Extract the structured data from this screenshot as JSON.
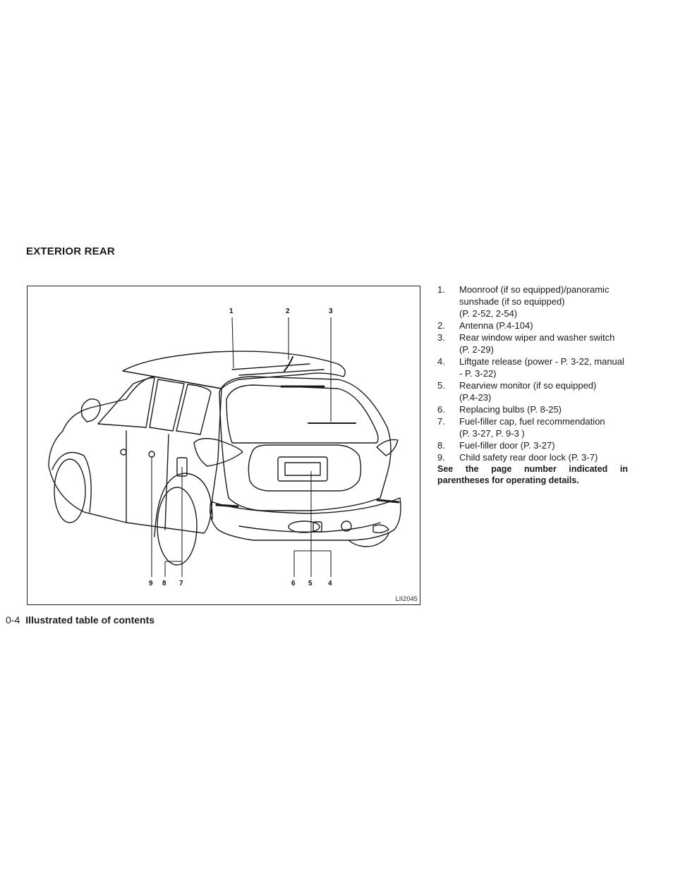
{
  "page": {
    "heading": "EXTERIOR REAR",
    "footer": {
      "page_number": "0-4",
      "section_title": "Illustrated table of contents"
    }
  },
  "figure": {
    "code": "LII2045",
    "callouts": {
      "c1": "1",
      "c2": "2",
      "c3": "3",
      "c4": "4",
      "c5": "5",
      "c6": "6",
      "c7": "7",
      "c8": "8",
      "c9": "9"
    }
  },
  "items": [
    {
      "num": "1.",
      "text": "Moonroof (if so equipped)/panoramic sunshade (if so equipped)",
      "ref": "(P. 2-52, 2-54)"
    },
    {
      "num": "2.",
      "text": "Antenna (P.4-104)",
      "ref": ""
    },
    {
      "num": "3.",
      "text": "Rear window wiper and washer switch",
      "ref": "(P. 2-29)"
    },
    {
      "num": "4.",
      "text": "Liftgate release (power - P. 3-22, manual - P. 3-22)",
      "ref": ""
    },
    {
      "num": "5.",
      "text": "Rearview monitor (if so equipped)",
      "ref": "(P.4-23)"
    },
    {
      "num": "6.",
      "text": "Replacing bulbs (P. 8-25)",
      "ref": ""
    },
    {
      "num": "7.",
      "text": "Fuel-filler cap, fuel recommendation",
      "ref": "(P. 3-27, P. 9-3 )"
    },
    {
      "num": "8.",
      "text": "Fuel-filler door (P. 3-27)",
      "ref": ""
    },
    {
      "num": "9.",
      "text": "Child safety rear door lock (P. 3-7)",
      "ref": ""
    }
  ],
  "note": "See the page number indicated in parentheses for operating details."
}
